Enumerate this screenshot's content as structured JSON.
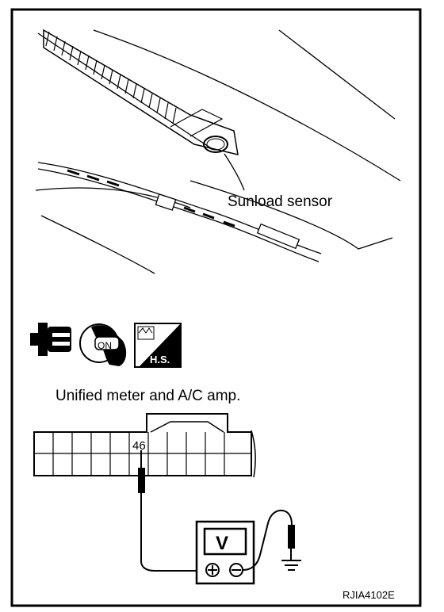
{
  "labels": {
    "sensor": "Sunload sensor",
    "unit": "Unified meter and A/C amp.",
    "terminal": "46",
    "meter": "V",
    "key_position": "ON",
    "harness_symbol": "H.S.",
    "figure_code": "RJIA4102E"
  },
  "icons": [
    "connector-icon",
    "ignition-key-icon",
    "harness-sign-icon",
    "ground-icon"
  ],
  "colors": {
    "line": "#000000",
    "background": "#ffffff"
  }
}
